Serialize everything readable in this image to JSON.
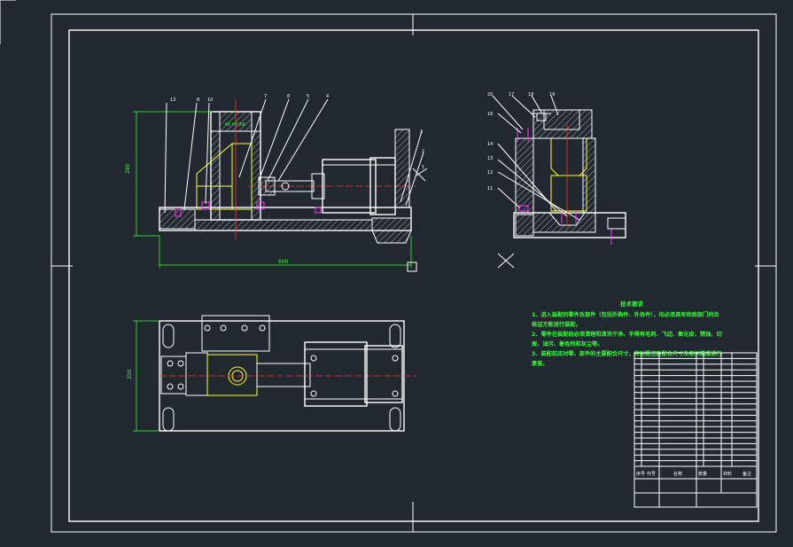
{
  "drawing": {
    "dimensions": {
      "height_left": "280",
      "length_bottom": "600",
      "height_plan": "350"
    },
    "balloons_front": [
      "13",
      "8",
      "10",
      "7",
      "6",
      "5",
      "4",
      "3",
      "2",
      "1"
    ],
    "balloons_side": [
      "20",
      "17",
      "18",
      "19",
      "16",
      "14",
      "13",
      "12",
      "11"
    ],
    "label_small": "60 H7/h6"
  },
  "tech_requirements": {
    "title": "技术要求",
    "lines": [
      "1、进入装配的零件及部件（包括外购件、外协件），均必须具有检验部门的合",
      "格证方能进行装配。",
      "2、零件在装配前必须清理和清洗干净，不得有毛刺、飞边、氧化皮、锈蚀、切",
      "屑、油污、着色剂和灰尘等。",
      "3、装配前应对零、部件的主要配合尺寸，特别是过盈配合尺寸及相关精度进行",
      "复查。"
    ]
  },
  "title_block": {
    "header_cols": [
      "序号",
      "代号",
      "名称",
      "数量",
      "材料",
      "备注"
    ]
  }
}
